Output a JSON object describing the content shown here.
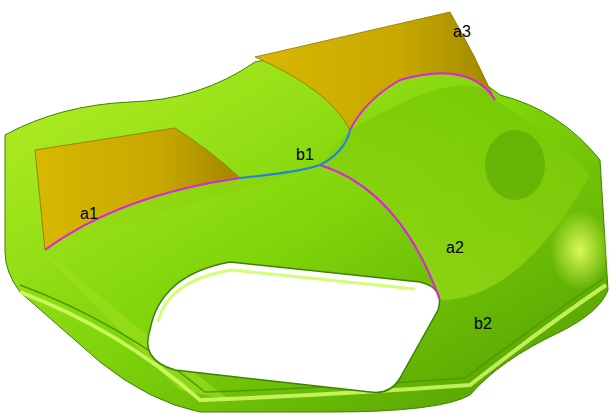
{
  "diagram": {
    "labels": [
      "a1",
      "b1",
      "a2",
      "a3",
      "b2"
    ]
  }
}
